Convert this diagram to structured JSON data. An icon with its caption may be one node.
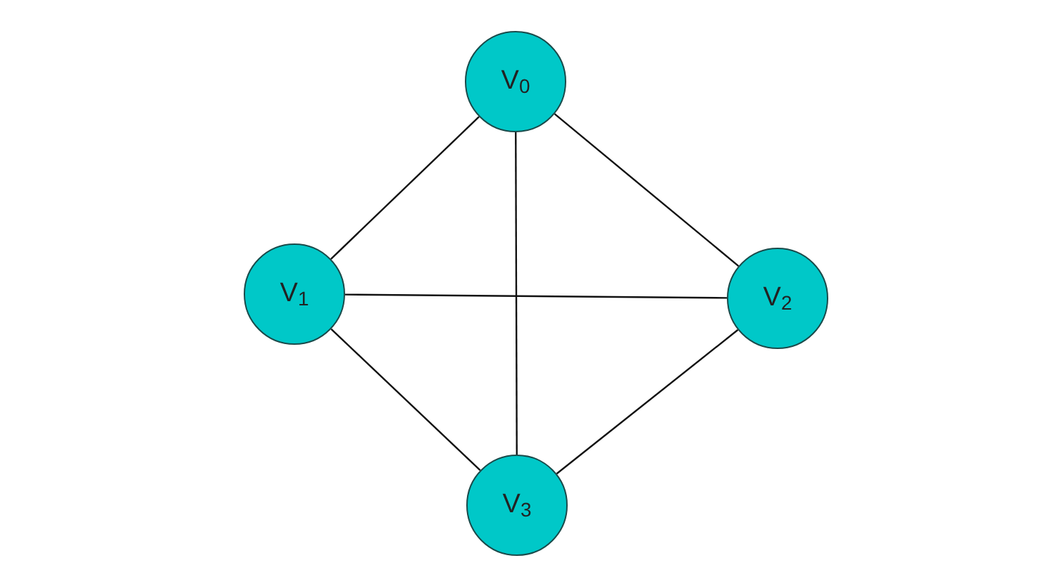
{
  "diagram": {
    "nodes": [
      {
        "text": [
          "V$_{0}$"
        ]
      },
      {
        "text": [
          "V$_{1}$"
        ]
      },
      {
        "text": [
          "V$_{2}$"
        ]
      },
      {
        "text": [
          "V$_{3}$"
        ]
      }
    ],
    "edges": [
      {
        "from": 0,
        "to": 1,
        "arrow": "none"
      },
      {
        "from": 0,
        "to": 2,
        "arrow": "none"
      },
      {
        "from": 0,
        "to": 3,
        "arrow": "none"
      },
      {
        "from": 1,
        "to": 2,
        "arrow": "none"
      },
      {
        "from": 1,
        "to": 3,
        "arrow": "none"
      },
      {
        "from": 2,
        "to": 3,
        "arrow": "none"
      }
    ]
  }
}
